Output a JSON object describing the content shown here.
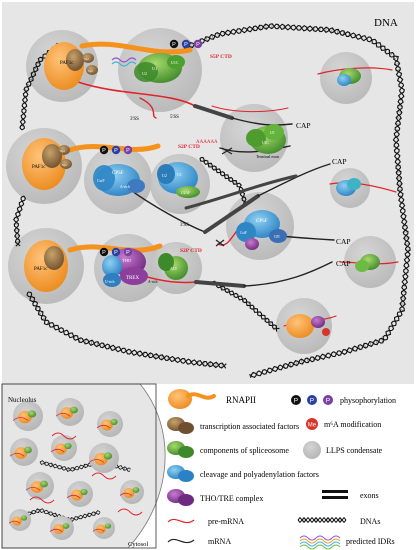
{
  "labels": {
    "dna": "DNA",
    "cap": "CAP",
    "ss3": "3'SS",
    "ss5": "5'SS",
    "s5p_ctd": "S5P CTD",
    "s2p_ctd": "S2P CTD",
    "paf1c": "PAF1c",
    "spt": "Spt",
    "u1": "U1",
    "u1c": "U1C",
    "u2": "U2",
    "u2af": "U2AF",
    "u5": "U5",
    "u6": "U6",
    "cpsf": "CPSF",
    "cstf": "CstF",
    "cfi": "CFI",
    "a_rich": "A-rich",
    "u_rich": "U-rich",
    "tho": "THO",
    "trex": "TREX",
    "aly": "ALY",
    "p": "P",
    "polya": "AAAAAA",
    "terminal_exon": "Terminal exon",
    "nucleolus": "Nucleolus",
    "cytosol": "Cytosol"
  },
  "legend": {
    "rnapii": "RNAPII",
    "phosphorylation": "physophorylation",
    "transcription_factors": "transcription associated factors",
    "m6a": "m⁶A modification",
    "me": "Me",
    "spliceosome": "components of spliceosome",
    "llps": "LLPS condensate",
    "cleavage": "cleavage and polyadenylation factors",
    "tho_tre": "THO/TRE complex",
    "exons": "exons",
    "pre_mrna": "pre-mRNA",
    "dnas": "DNAs",
    "mrna": "mRNA",
    "idrs": "predicted IDRs"
  },
  "colors": {
    "background_panel": "#e6e6e6",
    "condensate": "#c4c4c4",
    "rnapii": "#f5921e",
    "factor_brown": "#8a6a3e",
    "spliceosome_green": "#5aa73c",
    "cleavage_blue": "#3aa0d8",
    "tho_purple": "#8e3f9c",
    "pre_mrna": "#e0242a",
    "me_red": "#d8342a"
  }
}
